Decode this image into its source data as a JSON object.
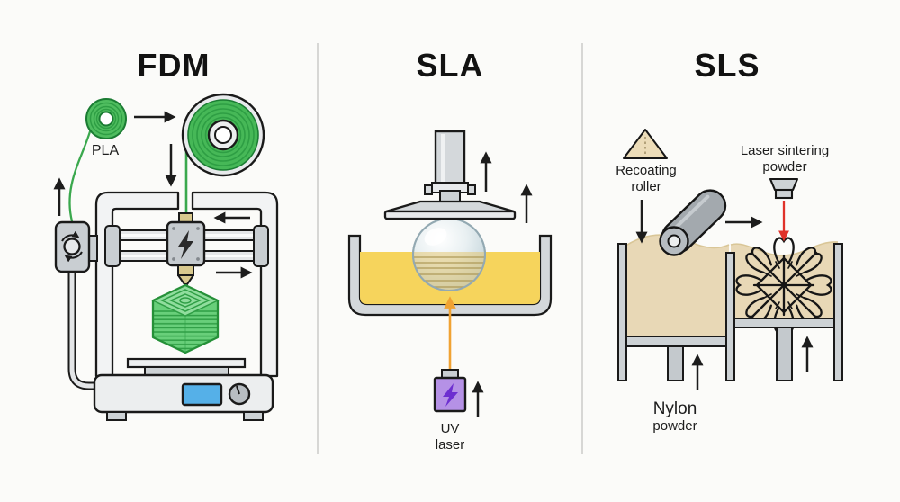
{
  "figure": {
    "description": "Comparison diagram of three 3D printing technologies",
    "panels_order": [
      "FDM",
      "SLA",
      "SLS"
    ]
  },
  "panels": {
    "fdm": {
      "title": "FDM",
      "labels": {
        "material": "PLA"
      },
      "icons": [
        "filament-spool",
        "rotate-arrows",
        "lightning-bolt",
        "printer",
        "printed-part"
      ]
    },
    "sla": {
      "title": "SLA",
      "labels": {
        "laser_line1": "UV",
        "laser_line2": "laser"
      },
      "icons": [
        "build-platform",
        "resin-vat",
        "sphere-part",
        "uv-laser-box",
        "lightning-bolt"
      ]
    },
    "sls": {
      "title": "SLS",
      "labels": {
        "roller_line1": "Recoating",
        "roller_line2": "roller",
        "laser_line1": "Laser sintering",
        "laser_line2": "powder",
        "powder_line1": "Nylon",
        "powder_line2": "powder"
      },
      "icons": [
        "powder-pile-triangle",
        "roller-cylinder",
        "laser-head",
        "sintered-lattice",
        "powder-beds"
      ]
    }
  },
  "colors": {
    "background": "#fbfbf9",
    "outline": "#1a1a1a",
    "filament_green": "#46b857",
    "part_green_light": "#90dd9d",
    "resin_yellow": "#f6d45c",
    "powder_tan": "#e8d8b6",
    "uv_purple": "#b591e6",
    "uv_bolt_purple": "#6d2fd0",
    "laser_orange": "#f0a233",
    "laser_red": "#e0322a",
    "screen_blue": "#55b0e8",
    "machine_gray": "#cdd2d5",
    "divider_gray": "#d7d7d5"
  }
}
